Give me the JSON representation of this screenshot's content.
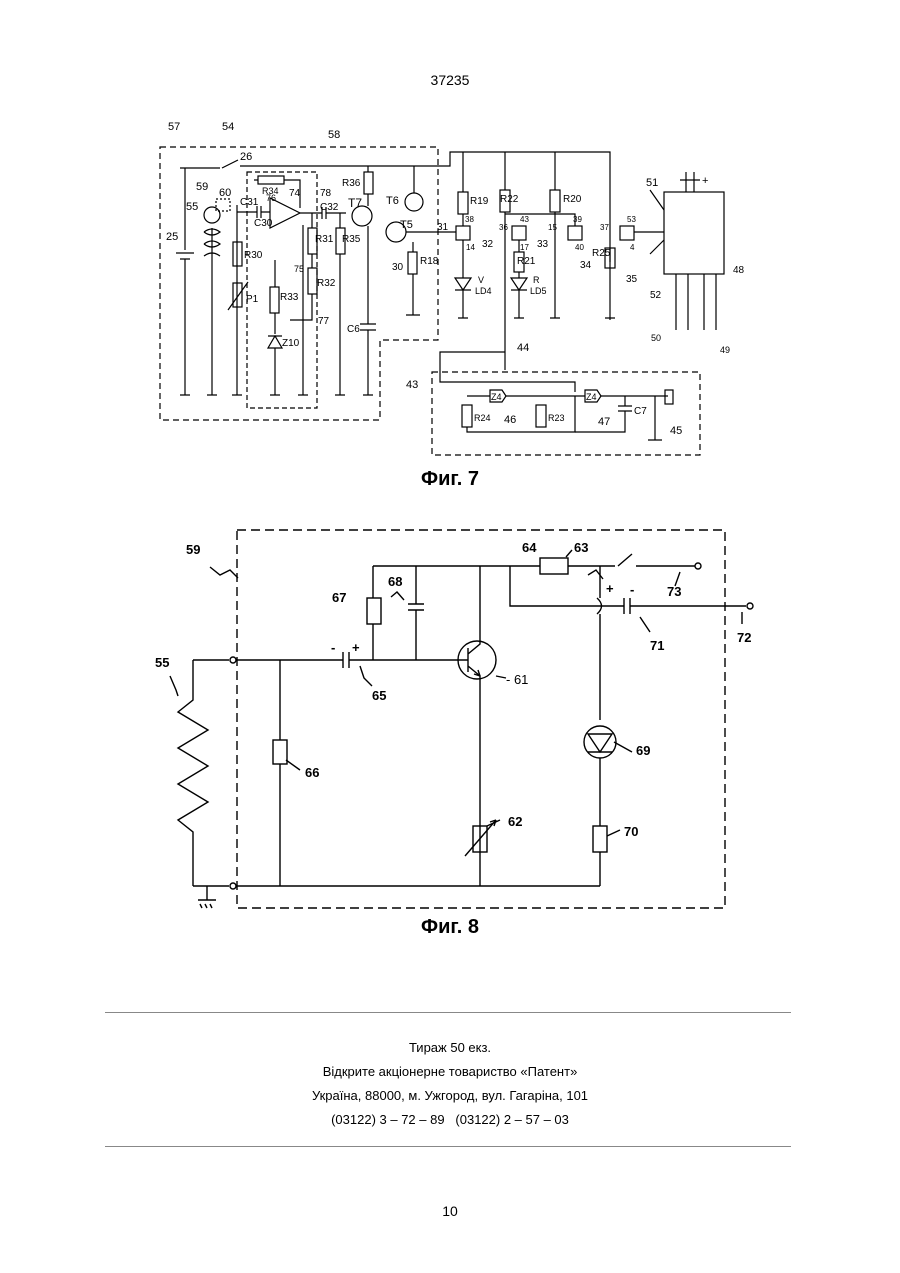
{
  "header": {
    "doc_number": "37235"
  },
  "figures": {
    "fig7": {
      "caption": "Фиг. 7",
      "labels": {
        "l57": "57",
        "l54": "54",
        "l58": "58",
        "l26": "26",
        "l59": "59",
        "l60": "60",
        "l55": "55",
        "l25": "25",
        "R34": "R34",
        "l76": "76",
        "l74": "74",
        "C31": "C31",
        "C30": "C30",
        "l78": "78",
        "C32": "C32",
        "T7": "T7",
        "R36": "R36",
        "T6": "T6",
        "T5": "T5",
        "R31": "R31",
        "R35": "R35",
        "R30": "R30",
        "l75": "75",
        "R32": "R32",
        "R33": "R33",
        "P1": "P1",
        "l77": "77",
        "Z10": "Z10",
        "C6": "C6",
        "l30": "30",
        "R18": "R18",
        "l31": "31",
        "R19": "R19",
        "R22": "R22",
        "R20": "R20",
        "l38": "38",
        "l14": "14",
        "l32": "32",
        "l36": "36",
        "l43a": "43",
        "l17": "17",
        "l33": "33",
        "l15": "15",
        "l39": "39",
        "l40": "40",
        "l34": "34",
        "R21": "R21",
        "l37": "37",
        "R25": "R25",
        "l35": "35",
        "l53": "53",
        "l4": "4",
        "l51": "51",
        "l52": "52",
        "l48": "48",
        "plus": "+",
        "V": "V",
        "LD4": "LD4",
        "R": "R",
        "LD5": "LD5",
        "l44": "44",
        "l43": "43",
        "l50": "50",
        "l49": "49",
        "Z4a": "Z4",
        "Z4b": "Z4",
        "R24": "R24",
        "l46": "46",
        "R23": "R23",
        "l47": "47",
        "C7": "C7",
        "l45": "45"
      }
    },
    "fig8": {
      "caption": "Фиг. 8",
      "labels": {
        "l59": "59",
        "l55": "55",
        "l64": "64",
        "l63": "63",
        "l67": "67",
        "l68": "68",
        "plus_top": "+",
        "minus_top": "-",
        "l73": "73",
        "l71": "71",
        "l72": "72",
        "minus": "-",
        "plus": "+",
        "l65": "65",
        "l61": "- 61",
        "l66": "66",
        "l69": "69",
        "l62": "62",
        "l70": "70"
      }
    }
  },
  "imprint": {
    "line1": "Тираж 50 екз.",
    "line2": "Відкрите акціонерне товариство «Патент»",
    "line3": "Україна, 88000, м. Ужгород, вул. Гагаріна, 101",
    "line4": "(03122) 3 – 72 – 89   (03122) 2 – 57 – 03"
  },
  "footer": {
    "page_number": "10"
  }
}
